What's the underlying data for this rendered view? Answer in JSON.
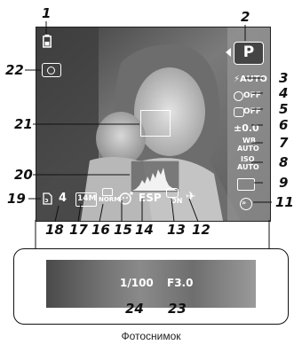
{
  "callouts": {
    "n1": "1",
    "n2": "2",
    "n3": "3",
    "n4": "4",
    "n5": "5",
    "n6": "6",
    "n7": "7",
    "n8": "8",
    "n9": "9",
    "n11": "11",
    "n12": "12",
    "n13": "13",
    "n14": "14",
    "n15": "15",
    "n16": "16",
    "n17": "17",
    "n18": "18",
    "n19": "19",
    "n20": "20",
    "n21": "21",
    "n22": "22",
    "n23": "23",
    "n24": "24"
  },
  "indicators": {
    "mode": "P",
    "flash": "⚡AUTO",
    "self_timer": "OFF",
    "image_stabilizer": "OFF",
    "exposure_comp": "±0.0",
    "wb_top": "WB",
    "wb_bottom": "AUTO",
    "iso_top": "ISO",
    "iso_bottom": "AUTO",
    "storage_count": "4",
    "image_size": "14M",
    "compression": "NORM",
    "metering": "ESP",
    "shake_on": "ON",
    "shutter": "1/100",
    "aperture": "F3.0"
  },
  "caption": "Фотоснимок",
  "icons": [
    "battery-icon",
    "camera-shake-icon",
    "monitor-frame-icon",
    "next-arrow-icon",
    "face-detect-icon",
    "sd-card-icon",
    "histogram-icon",
    "af-target-icon"
  ]
}
